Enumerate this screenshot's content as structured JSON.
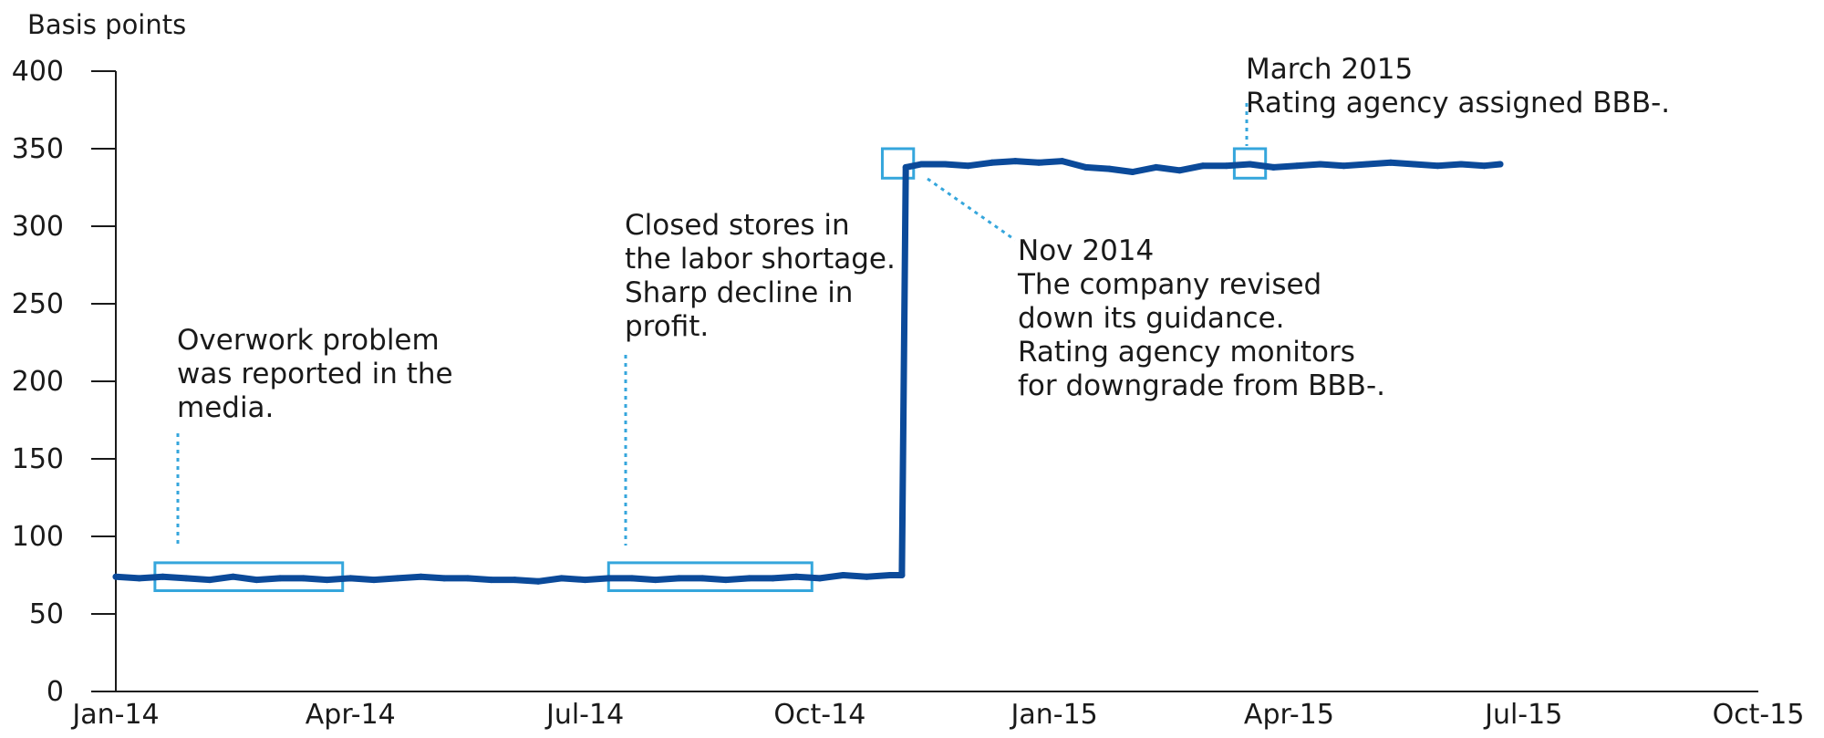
{
  "colors": {
    "line": "#0b4a9a",
    "highlight": "#35a6dc",
    "axis": "#1a1a1a",
    "text": "#1a1a1a",
    "background": "#ffffff"
  },
  "chart_data": {
    "type": "line",
    "ylabel": "Basis points",
    "xlabel": "",
    "ylim": [
      0,
      400
    ],
    "yticks": [
      0,
      50,
      100,
      150,
      200,
      250,
      300,
      350,
      400
    ],
    "xlim": [
      0,
      21
    ],
    "xticks": [
      {
        "label": "Jan-14",
        "value": 0
      },
      {
        "label": "Apr-14",
        "value": 3
      },
      {
        "label": "Jul-14",
        "value": 6
      },
      {
        "label": "Oct-14",
        "value": 9
      },
      {
        "label": "Jan-15",
        "value": 12
      },
      {
        "label": "Apr-15",
        "value": 15
      },
      {
        "label": "Jul-15",
        "value": 18
      },
      {
        "label": "Oct-15",
        "value": 21
      }
    ],
    "x_unit": "months since Jan-14",
    "grid": false,
    "series": [
      {
        "name": "",
        "x": [
          0,
          0.3,
          0.6,
          0.9,
          1.2,
          1.5,
          1.8,
          2.1,
          2.4,
          2.7,
          3.0,
          3.3,
          3.6,
          3.9,
          4.2,
          4.5,
          4.8,
          5.1,
          5.4,
          5.7,
          6.0,
          6.3,
          6.6,
          6.9,
          7.2,
          7.5,
          7.8,
          8.1,
          8.4,
          8.7,
          9.0,
          9.3,
          9.6,
          9.9,
          10.05,
          10.1,
          10.3,
          10.6,
          10.9,
          11.2,
          11.5,
          11.8,
          12.1,
          12.4,
          12.7,
          13.0,
          13.3,
          13.6,
          13.9,
          14.2,
          14.5,
          14.8,
          15.1,
          15.4,
          15.7,
          16.0,
          16.3,
          16.6,
          16.9,
          17.2,
          17.5,
          17.7
        ],
        "y": [
          74,
          73,
          74,
          73,
          72,
          74,
          72,
          73,
          73,
          72,
          73,
          72,
          73,
          74,
          73,
          73,
          72,
          72,
          71,
          73,
          72,
          73,
          73,
          72,
          73,
          73,
          72,
          73,
          73,
          74,
          73,
          75,
          74,
          75,
          75,
          338,
          340,
          340,
          339,
          341,
          342,
          341,
          342,
          338,
          337,
          335,
          338,
          336,
          339,
          339,
          340,
          338,
          339,
          340,
          339,
          340,
          341,
          340,
          339,
          340,
          339,
          340
        ]
      }
    ],
    "annotations": [
      {
        "lines": [
          "Overwork problem",
          "was reported in the",
          "media."
        ],
        "box_x": [
          0.5,
          2.9
        ],
        "box_y": [
          65,
          83
        ]
      },
      {
        "lines": [
          "Closed stores in",
          "the labor shortage.",
          "Sharp decline in",
          "profit."
        ],
        "box_x": [
          6.3,
          8.9
        ],
        "box_y": [
          65,
          83
        ]
      },
      {
        "lines": [
          "Nov 2014",
          "The company revised",
          "down its guidance.",
          "Rating agency monitors",
          "for downgrade from BBB-."
        ],
        "box_x": [
          9.8,
          10.2
        ],
        "box_y": [
          331,
          350
        ]
      },
      {
        "lines": [
          "March 2015",
          "Rating agency assigned BBB-."
        ],
        "box_x": [
          14.3,
          14.7
        ],
        "box_y": [
          331,
          350
        ]
      }
    ]
  }
}
